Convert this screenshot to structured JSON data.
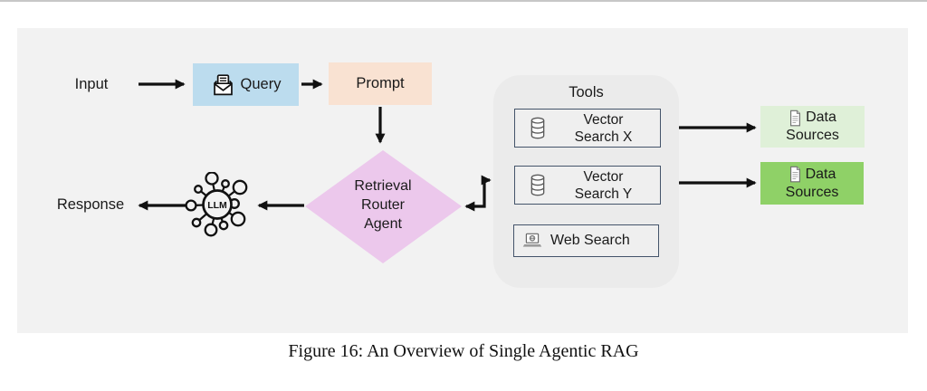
{
  "figure": {
    "caption": "Figure 16: An Overview of Single Agentic RAG"
  },
  "diagram": {
    "input_label": "Input",
    "response_label": "Response",
    "query": {
      "label": "Query",
      "icon": "open-envelope-letter-icon",
      "fill": "#bcdcee"
    },
    "prompt": {
      "label": "Prompt",
      "fill": "#f9e2d2"
    },
    "agent": {
      "label": "Retrieval Router Agent",
      "lines": [
        "Retrieval",
        "Router",
        "Agent"
      ],
      "shape": "diamond",
      "fill": "#ecc8ec"
    },
    "llm": {
      "label": "LLM",
      "icon": "llm-hub-network-icon"
    },
    "tools": {
      "title": "Tools",
      "panel_fill": "#ebebeb",
      "box_border": "#44546a",
      "items": [
        {
          "label": "Vector Search X",
          "lines": [
            "Vector",
            "Search X"
          ],
          "icon": "database-icon"
        },
        {
          "label": "Vector Search Y",
          "lines": [
            "Vector",
            "Search Y"
          ],
          "icon": "database-icon"
        },
        {
          "label": "Web Search",
          "icon": "web-search-laptop-icon"
        }
      ]
    },
    "data_sources": [
      {
        "label": "Data Sources",
        "lines": [
          "Data",
          "Sources"
        ],
        "icon": "document-icon",
        "fill": "#dff0d8"
      },
      {
        "label": "Data Sources",
        "lines": [
          "Data",
          "Sources"
        ],
        "icon": "document-icon",
        "fill": "#8fd167"
      }
    ],
    "colors": {
      "panel_bg": "#f2f2f2",
      "arrow": "#111111"
    }
  }
}
